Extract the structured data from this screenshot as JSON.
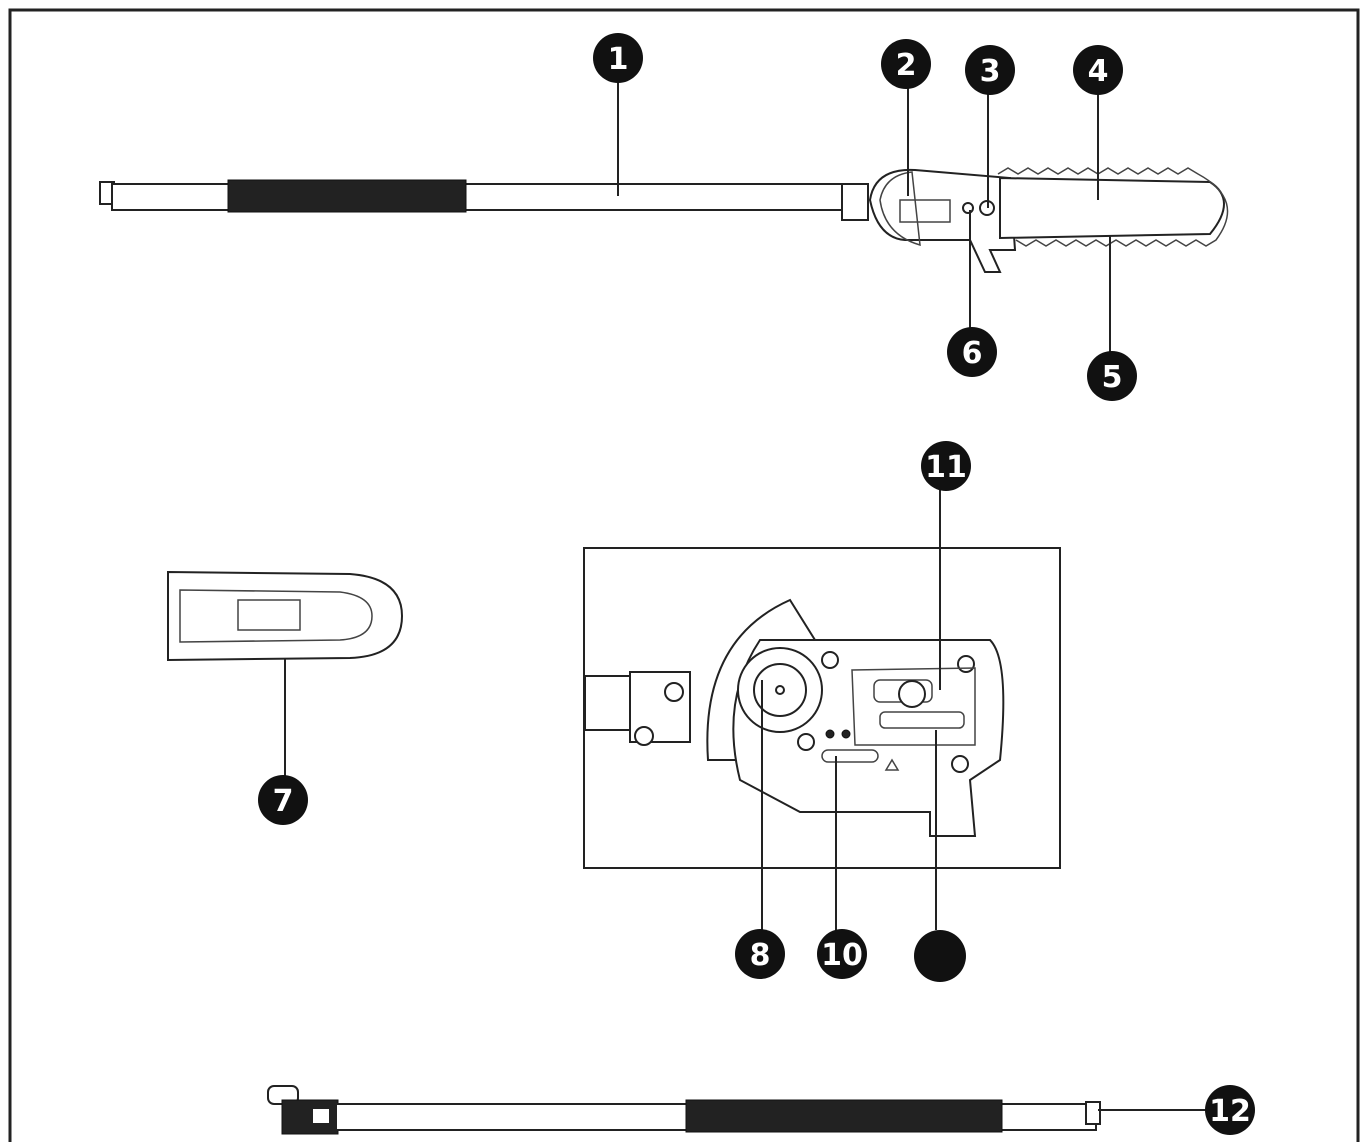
{
  "callouts": [
    {
      "id": "1",
      "label": "1"
    },
    {
      "id": "2",
      "label": "2"
    },
    {
      "id": "3",
      "label": "3"
    },
    {
      "id": "4",
      "label": "4"
    },
    {
      "id": "5",
      "label": "5"
    },
    {
      "id": "6",
      "label": "6"
    },
    {
      "id": "7",
      "label": "7"
    },
    {
      "id": "8",
      "label": "8"
    },
    {
      "id": "10",
      "label": "10"
    },
    {
      "id": "9",
      "label": ""
    },
    {
      "id": "11",
      "label": "11"
    },
    {
      "id": "12",
      "label": "12"
    }
  ],
  "colors": {
    "ink": "#111111",
    "background": "#ffffff",
    "grip": "#2b2b2b"
  }
}
